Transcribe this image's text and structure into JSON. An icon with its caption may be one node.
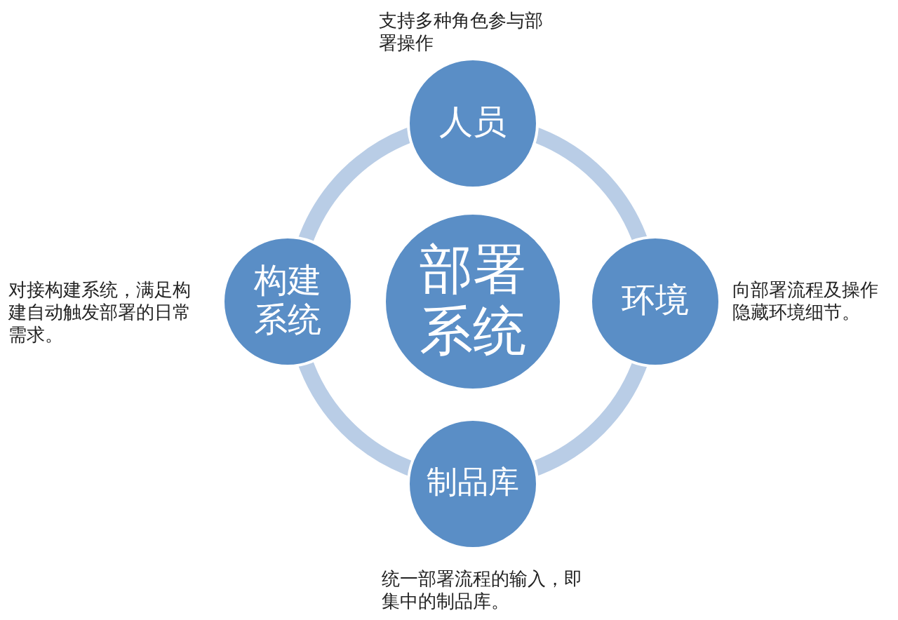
{
  "diagram": {
    "nodes": [
      {
        "text": [
          "人员"
        ],
        "beside": [
          "支持多种角色参与部署操作"
        ]
      },
      {
        "text": [
          "构建系统"
        ],
        "beside": [
          "对接构建系统，满足构建自动触发部署的日常需求。"
        ]
      },
      {
        "text": [
          "部署系统"
        ]
      },
      {
        "text": [
          "环境"
        ],
        "beside": [
          "向部署流程及操作隐藏环境细节。"
        ]
      },
      {
        "text": [
          "制品库"
        ],
        "beside": [
          "统一部署流程的输入，即集中的制品库。"
        ]
      }
    ]
  }
}
